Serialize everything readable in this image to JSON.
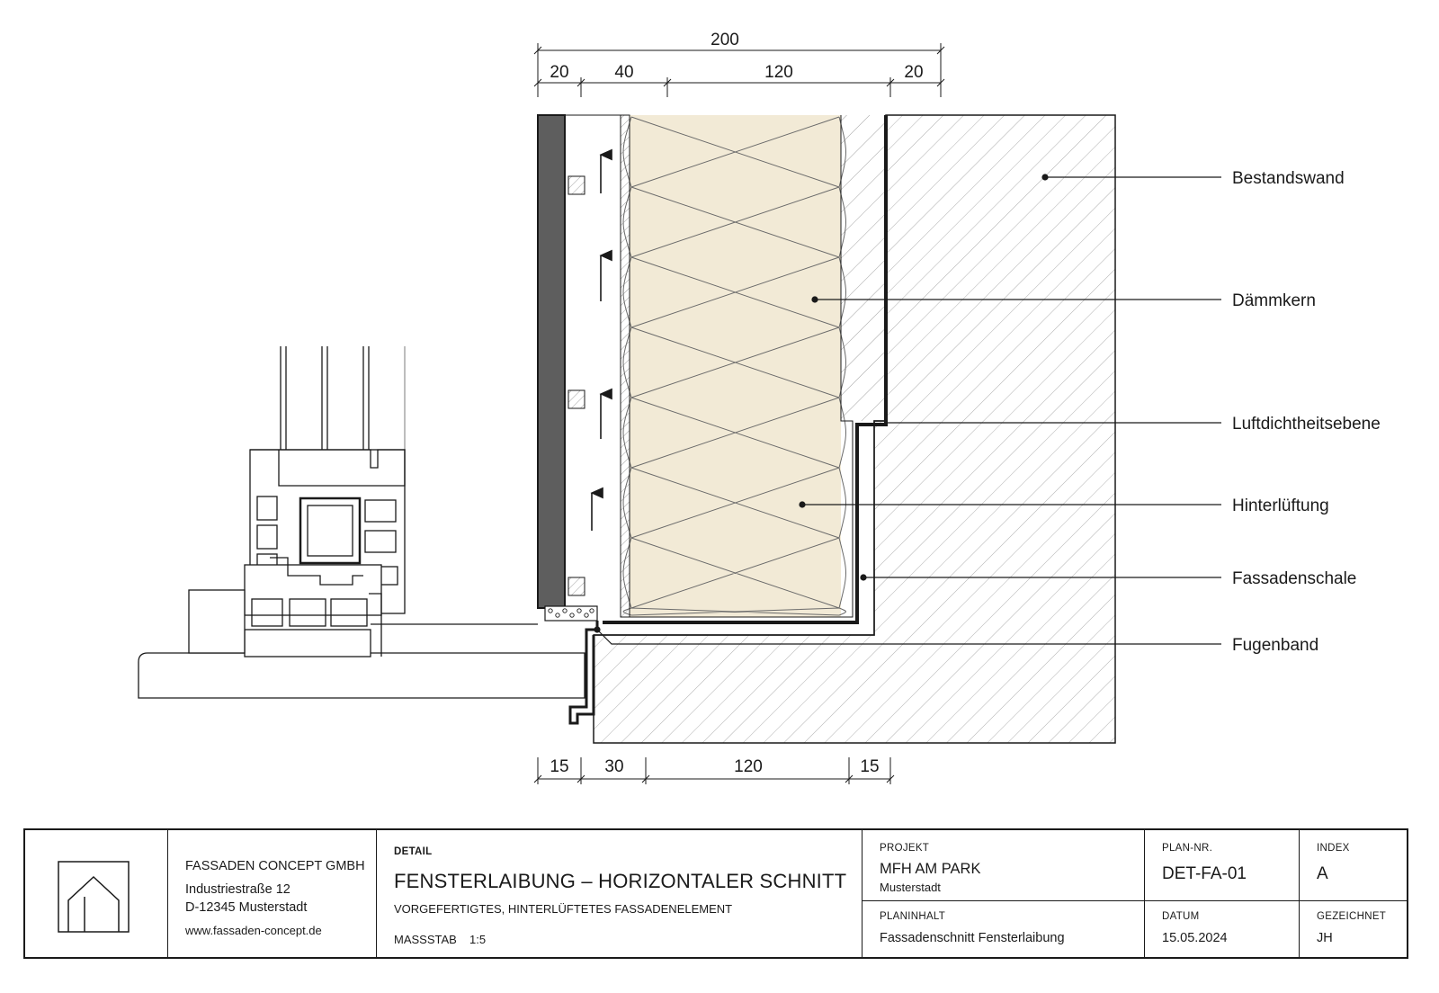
{
  "dimensions": {
    "top_total": "200",
    "top_segments": [
      "20",
      "40",
      "120",
      "20"
    ],
    "bottom_segments": [
      "15",
      "30",
      "120",
      "15"
    ]
  },
  "labels": {
    "bestandswand": "Bestandswand",
    "daemmkern": "Dämmkern",
    "luftdichtheitsebene": "Luftdichtheitsebene",
    "hinterlueftung": "Hinterlüftung",
    "fassadenschale": "Fassadenschale",
    "fugenband": "Fugenband"
  },
  "colors": {
    "insulation": "#f2ead6",
    "cladding": "#5e5e5e",
    "line": "#1a1a1a"
  },
  "title_block": {
    "company": {
      "name": "FASSADEN CONCEPT GMBH",
      "street": "Industriestraße 12",
      "city": "D-12345 Musterstadt",
      "web": "www.fassaden-concept.de"
    },
    "detail_label": "DETAIL",
    "title": "FENSTERLAIBUNG – HORIZONTALER SCHNITT",
    "subtitle": "VORGEFERTIGTES, HINTERLÜFTETES FASSADENELEMENT",
    "scale_label": "MASSSTAB",
    "scale_value": "1:5",
    "project_label": "PROJEKT",
    "project_name": "MFH AM PARK",
    "project_city": "Musterstadt",
    "plan_label": "PLAN-NR.",
    "plan_value": "DET-FA-01",
    "index_label": "INDEX",
    "index_value": "A",
    "content_label": "PLANINHALT",
    "content_value": "Fassadenschnitt Fensterlaibung",
    "date_label": "DATUM",
    "date_value": "15.05.2024",
    "drawn_label": "GEZEICHNET",
    "drawn_value": "JH"
  }
}
